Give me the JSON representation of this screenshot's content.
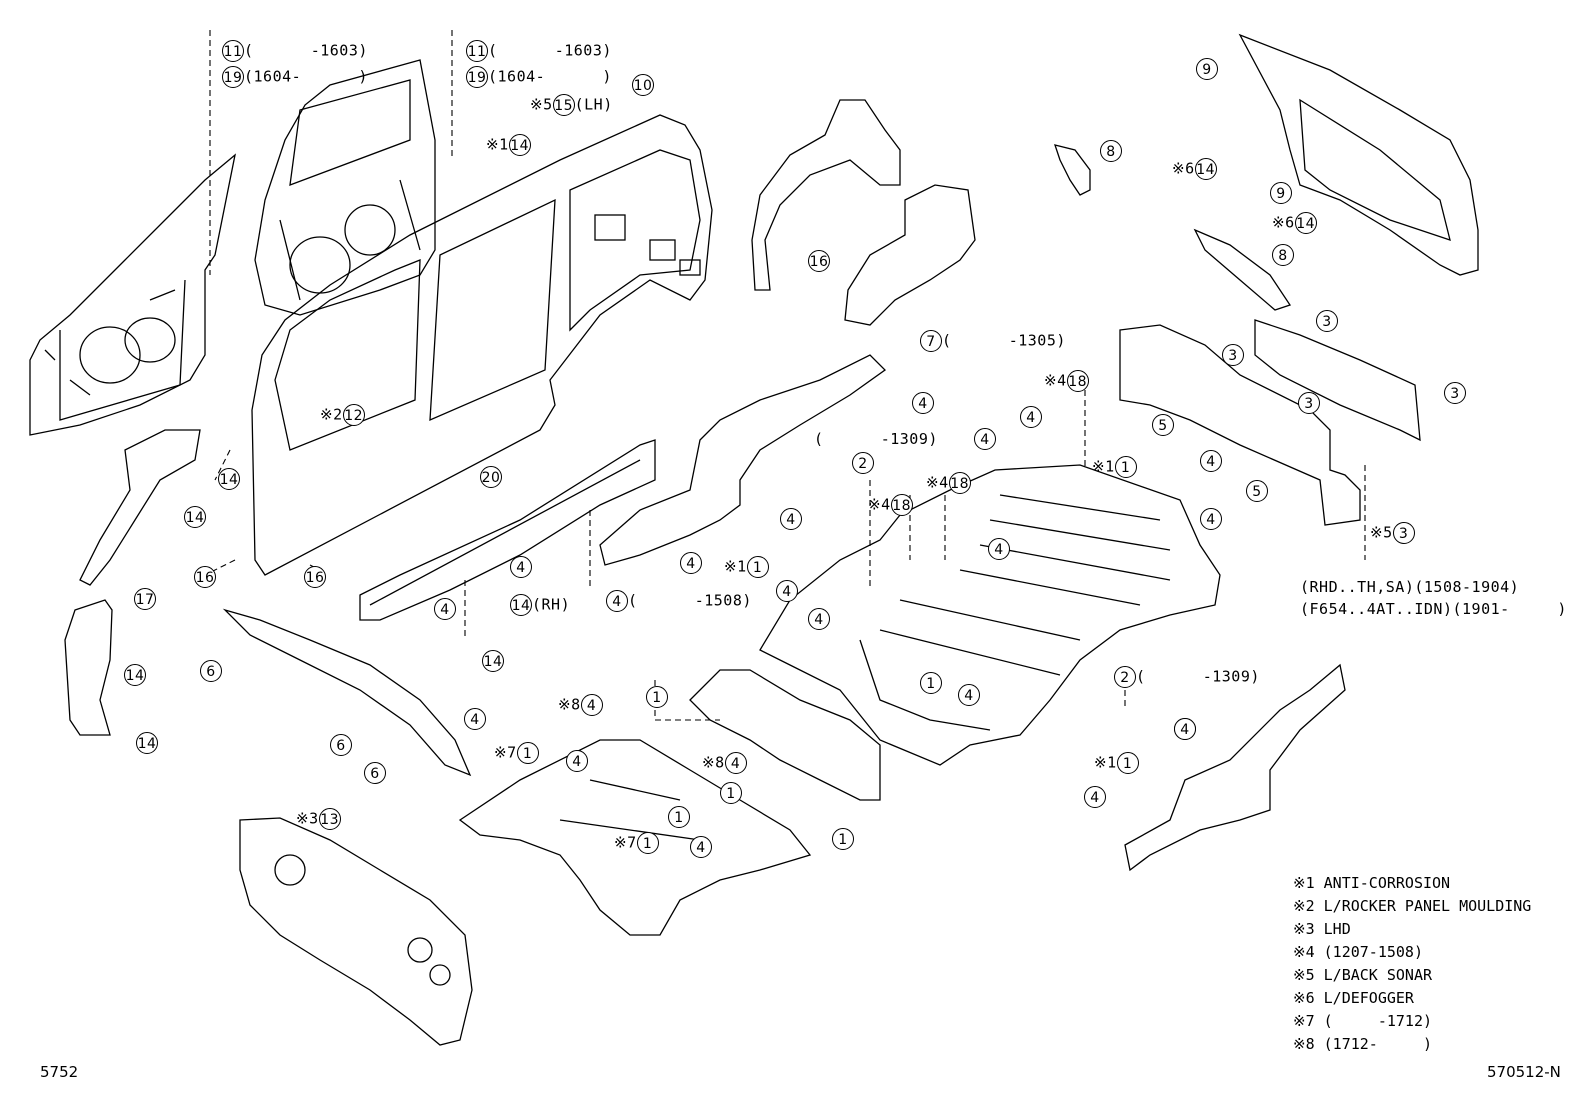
{
  "callouts": [
    {
      "id": "c-front-door-11",
      "mark": "",
      "num": "11",
      "suffix": "(      -1603)"
    },
    {
      "id": "c-front-door-19",
      "mark": "",
      "num": "19",
      "suffix": "(1604-      )"
    },
    {
      "id": "c-rear-door-11",
      "mark": "",
      "num": "11",
      "suffix": "(      -1603)"
    },
    {
      "id": "c-rear-door-19",
      "mark": "",
      "num": "19",
      "suffix": "(1604-      )"
    },
    {
      "id": "c-15-lh",
      "mark": "※5",
      "num": "15",
      "suffix": "(LH)"
    },
    {
      "id": "c-10",
      "mark": "",
      "num": "10",
      "suffix": ""
    },
    {
      "id": "c-14-side-top",
      "mark": "※1",
      "num": "14",
      "suffix": ""
    },
    {
      "id": "c-16-wheelhouse",
      "mark": "",
      "num": "16",
      "suffix": ""
    },
    {
      "id": "c-7",
      "mark": "",
      "num": "7",
      "suffix": "(      -1305)"
    },
    {
      "id": "c-8-top",
      "mark": "",
      "num": "8",
      "suffix": ""
    },
    {
      "id": "c-9-top",
      "mark": "",
      "num": "9",
      "suffix": ""
    },
    {
      "id": "c-14-backdoor-a",
      "mark": "※6",
      "num": "14",
      "suffix": ""
    },
    {
      "id": "c-9-mid",
      "mark": "",
      "num": "9",
      "suffix": ""
    },
    {
      "id": "c-14-backdoor-b",
      "mark": "※6",
      "num": "14",
      "suffix": ""
    },
    {
      "id": "c-8-mid",
      "mark": "",
      "num": "8",
      "suffix": ""
    },
    {
      "id": "c-3-a",
      "mark": "",
      "num": "3",
      "suffix": ""
    },
    {
      "id": "c-3-b",
      "mark": "",
      "num": "3",
      "suffix": ""
    },
    {
      "id": "c-3-c",
      "mark": "",
      "num": "3",
      "suffix": ""
    },
    {
      "id": "c-3-d",
      "mark": "",
      "num": "3",
      "suffix": ""
    },
    {
      "id": "c-5-a",
      "mark": "",
      "num": "5",
      "suffix": ""
    },
    {
      "id": "c-5-b",
      "mark": "",
      "num": "5",
      "suffix": ""
    },
    {
      "id": "c-4-rear-a",
      "mark": "",
      "num": "4",
      "suffix": ""
    },
    {
      "id": "c-3-sonar",
      "mark": "※5",
      "num": "3",
      "suffix": ""
    },
    {
      "id": "c-18-top",
      "mark": "※4",
      "num": "18",
      "suffix": ""
    },
    {
      "id": "c-1-floor-top",
      "mark": "※1",
      "num": "1",
      "suffix": ""
    },
    {
      "id": "c-4-floor-a",
      "mark": "",
      "num": "4",
      "suffix": ""
    },
    {
      "id": "c-4-floor-b",
      "mark": "",
      "num": "4",
      "suffix": ""
    },
    {
      "id": "c-4-floor-c",
      "mark": "",
      "num": "4",
      "suffix": ""
    },
    {
      "id": "c-2-top",
      "mark": "",
      "num": "2",
      "suffix": ""
    },
    {
      "id": "c-18-mid-a",
      "mark": "※4",
      "num": "18",
      "suffix": ""
    },
    {
      "id": "c-18-mid-b",
      "mark": "※4",
      "num": "18",
      "suffix": ""
    },
    {
      "id": "c-4-floor-d",
      "mark": "",
      "num": "4",
      "suffix": ""
    },
    {
      "id": "c-4-floor-e",
      "mark": "",
      "num": "4",
      "suffix": ""
    },
    {
      "id": "c-4-floor-f",
      "mark": "",
      "num": "4",
      "suffix": ""
    },
    {
      "id": "c-2-mid",
      "mark": "",
      "num": "2",
      "suffix": "(      -1309)"
    },
    {
      "id": "c-1-floor-mid",
      "mark": "",
      "num": "1",
      "suffix": ""
    },
    {
      "id": "c-4-floor-g",
      "mark": "",
      "num": "4",
      "suffix": ""
    },
    {
      "id": "c-4-floor-h",
      "mark": "",
      "num": "4",
      "suffix": ""
    },
    {
      "id": "c-4-floor-i",
      "mark": "",
      "num": "4",
      "suffix": ""
    },
    {
      "id": "c-12",
      "mark": "※2",
      "num": "12",
      "suffix": ""
    },
    {
      "id": "c-14-pillar-a",
      "mark": "",
      "num": "14",
      "suffix": ""
    },
    {
      "id": "c-14-pillar-b",
      "mark": "",
      "num": "14",
      "suffix": ""
    },
    {
      "id": "c-16-a",
      "mark": "",
      "num": "16",
      "suffix": ""
    },
    {
      "id": "c-16-b",
      "mark": "",
      "num": "16",
      "suffix": ""
    },
    {
      "id": "c-17",
      "mark": "",
      "num": "17",
      "suffix": ""
    },
    {
      "id": "c-14-lower-a",
      "mark": "",
      "num": "14",
      "suffix": ""
    },
    {
      "id": "c-14-lower-b",
      "mark": "",
      "num": "14",
      "suffix": ""
    },
    {
      "id": "c-20",
      "mark": "",
      "num": "20",
      "suffix": ""
    },
    {
      "id": "c-4-rocker-a",
      "mark": "",
      "num": "4",
      "suffix": ""
    },
    {
      "id": "c-4-rocker-b",
      "mark": "",
      "num": "4",
      "suffix": ""
    },
    {
      "id": "c-14-rh",
      "mark": "",
      "num": "14",
      "suffix": "(RH)"
    },
    {
      "id": "c-14-rocker",
      "mark": "",
      "num": "14",
      "suffix": ""
    },
    {
      "id": "c-4-1508",
      "mark": "",
      "num": "4",
      "suffix": "(      -1508)"
    },
    {
      "id": "c-1309-top",
      "mark": "",
      "num": "",
      "suffix": "(      -1309)"
    },
    {
      "id": "c-4-member-a",
      "mark": "",
      "num": "4",
      "suffix": ""
    },
    {
      "id": "c-4-member-b",
      "mark": "",
      "num": "4",
      "suffix": ""
    },
    {
      "id": "c-1-member",
      "mark": "※1",
      "num": "1",
      "suffix": ""
    },
    {
      "id": "c-6-a",
      "mark": "",
      "num": "6",
      "suffix": ""
    },
    {
      "id": "c-6-b",
      "mark": "",
      "num": "6",
      "suffix": ""
    },
    {
      "id": "c-6-c",
      "mark": "",
      "num": "6",
      "suffix": ""
    },
    {
      "id": "c-4-front-a",
      "mark": "",
      "num": "4",
      "suffix": ""
    },
    {
      "id": "c-4-front-b",
      "mark": "※8",
      "num": "4",
      "suffix": ""
    },
    {
      "id": "c-1-front-a",
      "mark": "※7",
      "num": "1",
      "suffix": ""
    },
    {
      "id": "c-4-front-c",
      "mark": "",
      "num": "4",
      "suffix": ""
    },
    {
      "id": "c-1-front-b",
      "mark": "",
      "num": "1",
      "suffix": ""
    },
    {
      "id": "c-4-front-d",
      "mark": "※8",
      "num": "4",
      "suffix": ""
    },
    {
      "id": "c-1-front-c",
      "mark": "",
      "num": "1",
      "suffix": ""
    },
    {
      "id": "c-1-front-d",
      "mark": "",
      "num": "1",
      "suffix": ""
    },
    {
      "id": "c-1-front-e",
      "mark": "※7",
      "num": "1",
      "suffix": ""
    },
    {
      "id": "c-4-front-e",
      "mark": "",
      "num": "4",
      "suffix": ""
    },
    {
      "id": "c-1-front-f",
      "mark": "",
      "num": "1",
      "suffix": ""
    },
    {
      "id": "c-13",
      "mark": "※3",
      "num": "13",
      "suffix": ""
    },
    {
      "id": "c-4-rear-member-a",
      "mark": "",
      "num": "4",
      "suffix": ""
    },
    {
      "id": "c-1-rear-member",
      "mark": "※1",
      "num": "1",
      "suffix": ""
    },
    {
      "id": "c-4-rear-member-b",
      "mark": "",
      "num": "4",
      "suffix": ""
    }
  ],
  "sonar_note": {
    "line1": "(RHD..TH,SA)(1508-1904)",
    "line2": "(F654..4AT..IDN)(1901-     )"
  },
  "notes": [
    "※1 ANTI-CORROSION",
    "※2 L/ROCKER PANEL MOULDING",
    "※3 LHD",
    "※4 (1207-1508)",
    "※5 L/BACK SONAR",
    "※6 L/DEFOGGER",
    "※7 (     -1712)",
    "※8 (1712-     )"
  ],
  "page_id": "5752",
  "drawing_id": "570512-N"
}
